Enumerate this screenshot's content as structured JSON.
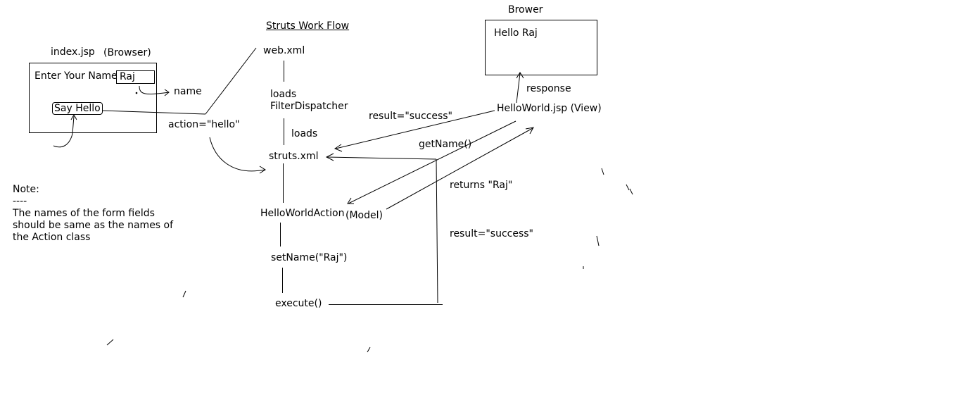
{
  "diagram": {
    "title": "Struts Work Flow",
    "left_panel": {
      "file_label": "index.jsp",
      "browser_label": "(Browser)",
      "field_label": "Enter Your Name",
      "field_value": "Raj",
      "button_label": "Say Hello",
      "param_label": "name",
      "action_label": "action=\"hello\""
    },
    "flow": {
      "web_xml": "web.xml",
      "loads_1": "loads",
      "filter_dispatcher": "FilterDispatcher",
      "loads_2": "loads",
      "struts_xml": "struts.xml",
      "action_class": "HelloWorldAction",
      "model_label": "(Model)",
      "set_name": "setName(\"Raj\")",
      "execute": "execute()"
    },
    "right_panel": {
      "browser_title": "Brower",
      "output_text": "Hello Raj",
      "response_label": "response",
      "view_label": "HelloWorld.jsp (View)",
      "result_success_top": "result=\"success\"",
      "get_name": "getName()",
      "returns": "returns \"Raj\"",
      "result_success_mid": "result=\"success\""
    },
    "note": {
      "heading": "Note:",
      "divider": "----",
      "text": "The names of the form fields\nshould be same as the names of\nthe Action class"
    }
  }
}
